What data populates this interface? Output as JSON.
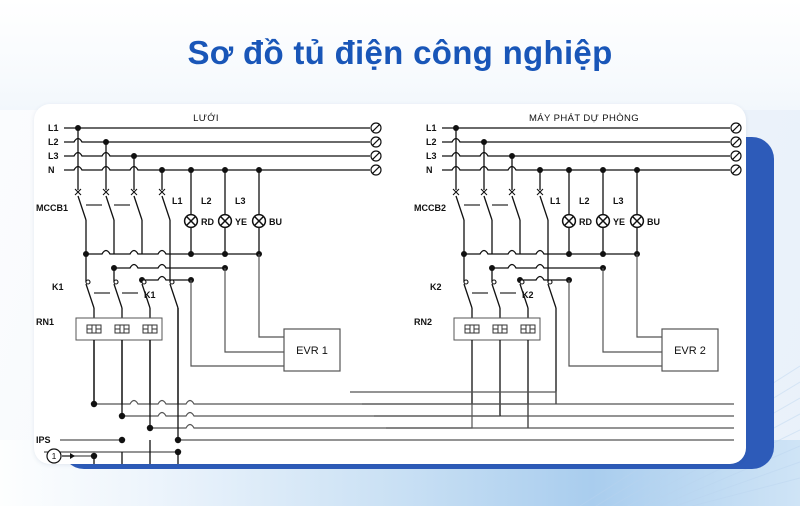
{
  "page": {
    "title": "Sơ đồ tủ điện công nghiệp",
    "title_color": "#1956b8",
    "background_accent": "#2d5bb9"
  },
  "diagram": {
    "type": "electrical-schematic",
    "panels": [
      {
        "id": "mains",
        "heading": "LƯỚI",
        "breaker_label": "MCCB1",
        "contactor_label": "K1",
        "contactor_label_2": "K1",
        "overload_relay_label": "RN1",
        "voltage_relay_label": "EVR 1",
        "bus_labels": [
          "L1",
          "L2",
          "L3",
          "N"
        ],
        "lamps": [
          {
            "phase": "L1",
            "color_code": "",
            "symbol": "lamp-x"
          },
          {
            "phase": "L2",
            "color_code": "RD",
            "symbol": "lamp-x"
          },
          {
            "phase": "L3",
            "color_code": "YE",
            "symbol": "lamp-x"
          },
          {
            "phase": "",
            "color_code": "BU",
            "symbol": "lamp-x"
          }
        ],
        "pole_marks": [
          "x",
          "x",
          "x",
          "x"
        ]
      },
      {
        "id": "generator",
        "heading": "MÁY PHÁT DỰ PHÒNG",
        "breaker_label": "MCCB2",
        "contactor_label": "K2",
        "contactor_label_2": "K2",
        "overload_relay_label": "RN2",
        "voltage_relay_label": "EVR 2",
        "bus_labels": [
          "L1",
          "L2",
          "L3",
          "N"
        ],
        "lamps": [
          {
            "phase": "L1",
            "color_code": "",
            "symbol": "lamp-x"
          },
          {
            "phase": "L2",
            "color_code": "RD",
            "symbol": "lamp-x"
          },
          {
            "phase": "L3",
            "color_code": "YE",
            "symbol": "lamp-x"
          },
          {
            "phase": "",
            "color_code": "BU",
            "symbol": "lamp-x"
          }
        ],
        "pole_marks": [
          "x",
          "x",
          "x",
          "x"
        ]
      }
    ],
    "bottom": {
      "ips_label": "IPS",
      "marker_label": "1"
    },
    "line_color": "#1a1a1a",
    "wire_color": "#555555"
  }
}
